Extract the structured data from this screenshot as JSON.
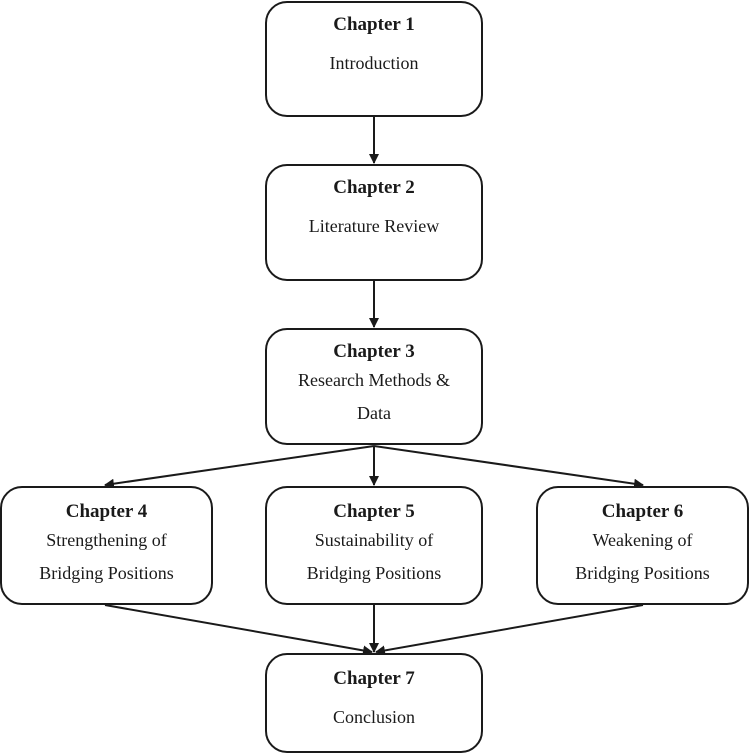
{
  "nodes": [
    {
      "id": "ch1",
      "title": "Chapter 1",
      "lines": [
        "Introduction"
      ]
    },
    {
      "id": "ch2",
      "title": "Chapter 2",
      "lines": [
        "Literature Review"
      ]
    },
    {
      "id": "ch3",
      "title": "Chapter 3",
      "lines": [
        "Research Methods &",
        "Data"
      ]
    },
    {
      "id": "ch4",
      "title": "Chapter 4",
      "lines": [
        "Strengthening of",
        "Bridging Positions"
      ]
    },
    {
      "id": "ch5",
      "title": "Chapter 5",
      "lines": [
        "Sustainability of",
        "Bridging Positions"
      ]
    },
    {
      "id": "ch6",
      "title": "Chapter 6",
      "lines": [
        "Weakening of",
        "Bridging Positions"
      ]
    },
    {
      "id": "ch7",
      "title": "Chapter 7",
      "lines": [
        "Conclusion"
      ]
    }
  ],
  "edges": [
    {
      "from": "ch1",
      "to": "ch2"
    },
    {
      "from": "ch2",
      "to": "ch3"
    },
    {
      "from": "ch3",
      "to": "ch4"
    },
    {
      "from": "ch3",
      "to": "ch5"
    },
    {
      "from": "ch3",
      "to": "ch6"
    },
    {
      "from": "ch4",
      "to": "ch7"
    },
    {
      "from": "ch5",
      "to": "ch7"
    },
    {
      "from": "ch6",
      "to": "ch7"
    }
  ],
  "colors": {
    "stroke": "#1a1a1a",
    "fill": "#ffffff"
  }
}
